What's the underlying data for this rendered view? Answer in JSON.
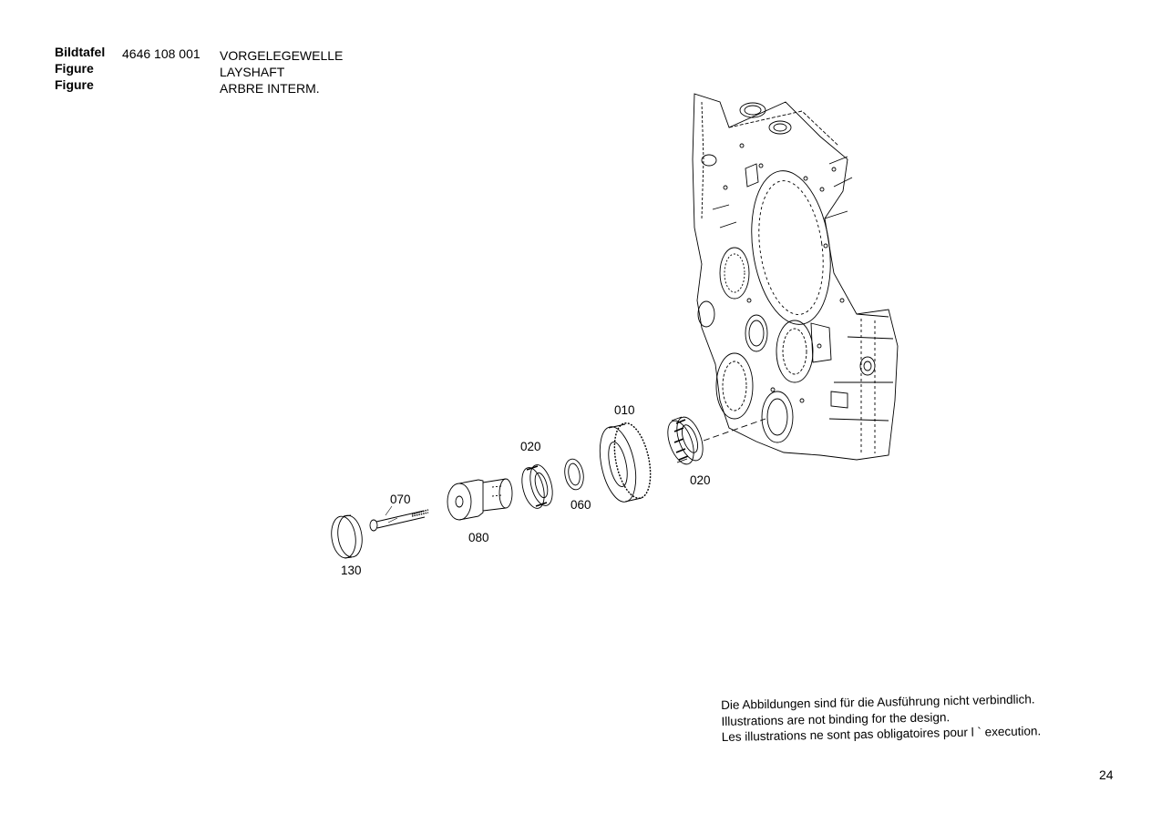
{
  "header": {
    "label_de": "Bildtafel",
    "label_en": "Figure",
    "label_fr": "Figure",
    "number": "4646 108 001",
    "title_de": "VORGELEGEWELLE",
    "title_en": "LAYSHAFT",
    "title_fr": "ARBRE INTERM."
  },
  "callouts": {
    "c010": "010",
    "c020a": "020",
    "c020b": "020",
    "c060": "060",
    "c070": "070",
    "c080": "080",
    "c130": "130"
  },
  "disclaimer": {
    "de": "Die Abbildungen sind für die Ausführung nicht verbindlich.",
    "en": "Illustrations are not binding for the design.",
    "fr": "Les illustrations ne sont pas obligatoires pour l ` execution."
  },
  "page_number": "24"
}
